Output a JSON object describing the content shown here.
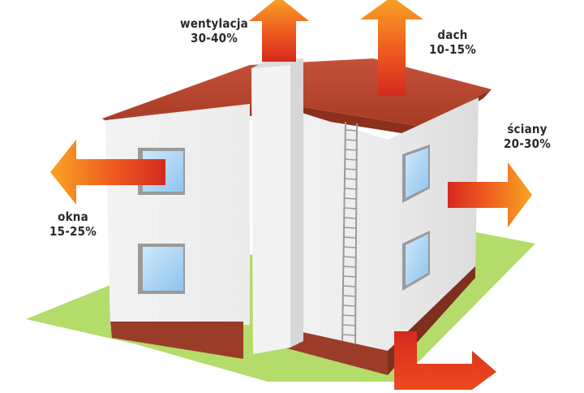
{
  "heat_loss": {
    "ventilation": {
      "name": "wentylacja",
      "range": "30-40%"
    },
    "roof": {
      "name": "dach",
      "range": "10-15%"
    },
    "walls": {
      "name": "ściany",
      "range": "20-30%"
    },
    "windows": {
      "name": "okna",
      "range": "15-25%"
    }
  },
  "colors": {
    "arrow_dark": "#d42a1f",
    "arrow_light": "#f7a123",
    "roof": "#b8452c",
    "lawn": "#b3dc6a",
    "plinth": "#9b3c28",
    "wall": "#f1f1f1",
    "window_glass": "#a9d3f3"
  }
}
